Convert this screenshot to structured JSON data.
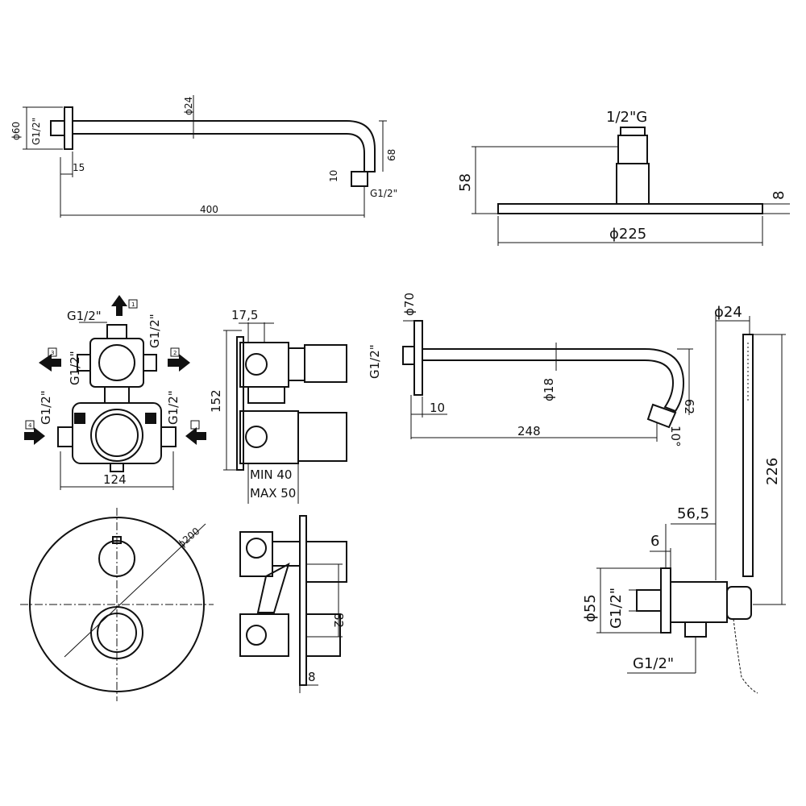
{
  "shower_arm": {
    "d60": "ϕ60",
    "thread_left": "G1/2\"",
    "d24": "ϕ24",
    "w15": "15",
    "len400": "400",
    "h10": "10",
    "h68": "68",
    "thread_right": "G1/2\""
  },
  "shower_head": {
    "thread": "1/2\"G",
    "h58": "58",
    "h8": "8",
    "d225": "ϕ225"
  },
  "valve_body": {
    "top_thread": "G1/2\"",
    "upper_left_thread": "G1/2\"",
    "upper_right_thread": "G1/2\"",
    "lower_left_thread": "G1/2\"",
    "lower_right_thread": "G1/2\"",
    "w124": "124",
    "port1": "1",
    "port2": "2",
    "port3": "3",
    "port4": "4"
  },
  "valve_side": {
    "w17_5": "17,5",
    "h152": "152",
    "min": "MIN 40",
    "max": "MAX 50"
  },
  "spout": {
    "d70": "ϕ70",
    "thread": "G1/2\"",
    "d18": "ϕ18",
    "h62": "62",
    "w10": "10",
    "len248": "248",
    "angle": "10°"
  },
  "hand_shower": {
    "d24": "ϕ24",
    "h226": "226",
    "w56_5": "56,5",
    "w6": "6",
    "d55": "ϕ55",
    "thread_wall": "G1/2\"",
    "thread_bottom": "G1/2\""
  },
  "trim_plate": {
    "d200": "ϕ200",
    "h82": "82",
    "w8": "8"
  }
}
